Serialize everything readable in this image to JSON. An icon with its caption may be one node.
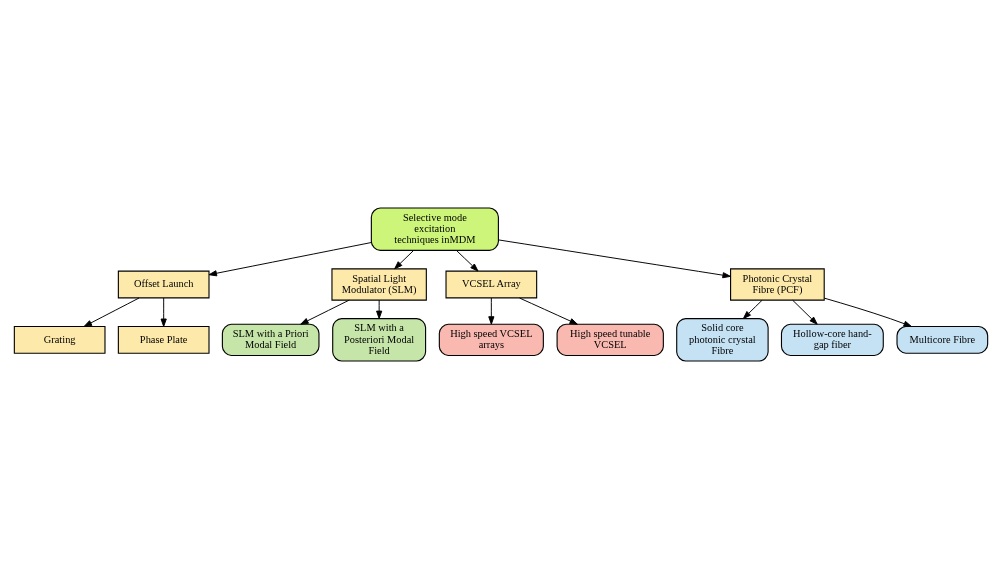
{
  "diagram": {
    "nodes": [
      {
        "text": [
          "Selective mode excitation techniques inMDM"
        ]
      },
      {
        "text": [
          "Offset Launch"
        ]
      },
      {
        "text": [
          "Grating"
        ]
      },
      {
        "text": [
          "Phase Plate"
        ]
      },
      {
        "text": [
          "Spatial Light Modulator (SLM)"
        ]
      },
      {
        "text": [
          "SLM with a Priori Modal Field"
        ]
      },
      {
        "text": [
          "SLM with a Posteriori Modal Field"
        ]
      },
      {
        "text": [
          "VCSEL Array"
        ]
      },
      {
        "text": [
          "High speed VCSEL arrays"
        ]
      },
      {
        "text": [
          "High speed tunable VCSEL"
        ]
      },
      {
        "text": [
          "Photonic Crystal Fibre (PCF)"
        ]
      },
      {
        "text": [
          "Solid core photonic crystal Fibre"
        ]
      },
      {
        "text": [
          "Hollow-core hand-gap fiber"
        ]
      },
      {
        "text": [
          "Multicore Fibre"
        ]
      }
    ],
    "edges": [
      {
        "from": 0,
        "to": 1,
        "arrow": "to"
      },
      {
        "from": 0,
        "to": 4,
        "arrow": "to"
      },
      {
        "from": 0,
        "to": 7,
        "arrow": "to"
      },
      {
        "from": 0,
        "to": 10,
        "arrow": "to"
      },
      {
        "from": 1,
        "to": 2,
        "arrow": "to"
      },
      {
        "from": 1,
        "to": 3,
        "arrow": "to"
      },
      {
        "from": 4,
        "to": 5,
        "arrow": "to"
      },
      {
        "from": 4,
        "to": 6,
        "arrow": "to"
      },
      {
        "from": 7,
        "to": 8,
        "arrow": "to"
      },
      {
        "from": 7,
        "to": 9,
        "arrow": "to"
      },
      {
        "from": 10,
        "to": 11,
        "arrow": "to"
      },
      {
        "from": 10,
        "to": 12,
        "arrow": "to"
      },
      {
        "from": 10,
        "to": 13,
        "arrow": "to"
      }
    ]
  }
}
